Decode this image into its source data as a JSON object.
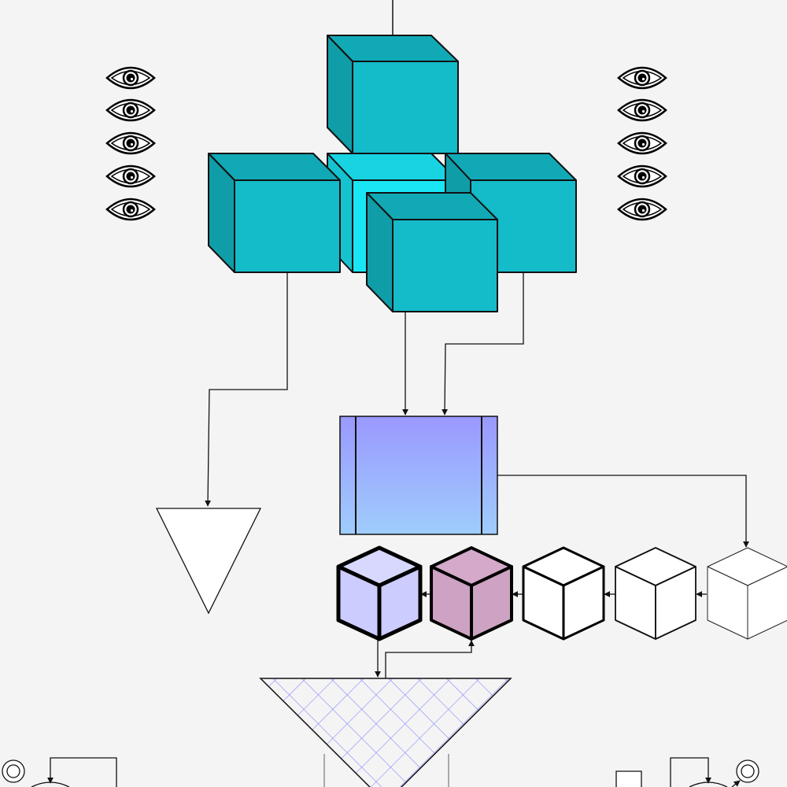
{
  "diagram": {
    "background": "#f4f4f4",
    "colors": {
      "teal": "#14bbc9",
      "teal_top": "#12a9b6",
      "teal_side": "#0f9ea8",
      "cyan": "#19e6f5",
      "panel_top": "#9a98ff",
      "panel_bottom": "#9fcdfc",
      "lavender": "#ccccff",
      "mauve": "#cda2c2",
      "hatch": "#8888ff",
      "stroke": "#111111"
    },
    "icons": [
      "eye-icon",
      "cube-icon",
      "triangle-shape",
      "hatched-funnel-shape",
      "target-circle-icon"
    ],
    "eye_columns": 2,
    "eyes_per_column": 5,
    "small_cubes": [
      {
        "name": "cube-lavender",
        "fill": "#ccccff",
        "bold": true
      },
      {
        "name": "cube-mauve",
        "fill": "#cda2c2",
        "bold": true
      },
      {
        "name": "cube-white-1",
        "fill": "#ffffff",
        "bold": true
      },
      {
        "name": "cube-white-2",
        "fill": "#ffffff",
        "bold": false
      },
      {
        "name": "cube-white-3",
        "fill": "#ffffff",
        "bold": false
      }
    ]
  }
}
